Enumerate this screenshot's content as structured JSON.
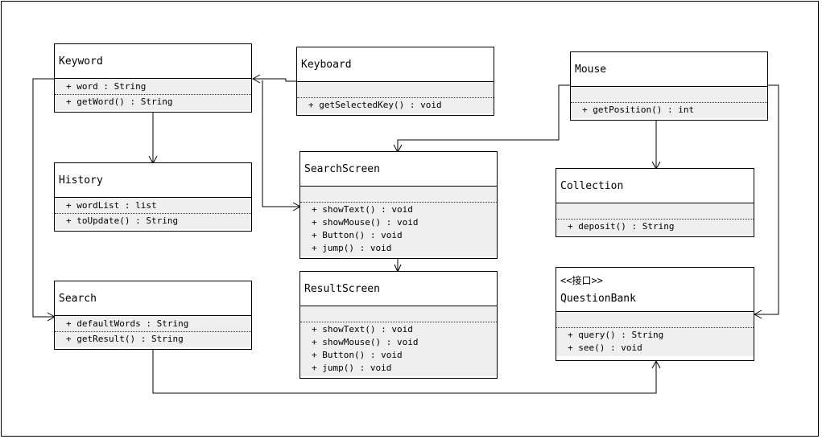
{
  "classes": {
    "keyword": {
      "name": "Keyword",
      "attributes": [
        "+ word : String"
      ],
      "operations": [
        "+ getWord() : String"
      ]
    },
    "keyboard": {
      "name": "Keyboard",
      "attributes": [],
      "operations": [
        "+ getSelectedKey() : void"
      ]
    },
    "mouse": {
      "name": "Mouse",
      "attributes": [],
      "operations": [
        "+ getPosition() : int"
      ]
    },
    "history": {
      "name": "History",
      "attributes": [
        "+ wordList : list"
      ],
      "operations": [
        "+ toUpdate() : String"
      ]
    },
    "search_screen": {
      "name": "SearchScreen",
      "attributes": [],
      "operations": [
        "+ showText() : void",
        "+ showMouse() : void",
        "+ Button() : void",
        "+ jump() : void"
      ]
    },
    "collection": {
      "name": "Collection",
      "attributes": [],
      "operations": [
        "+ deposit() : String"
      ]
    },
    "search": {
      "name": "Search",
      "attributes": [
        "+ defaultWords : String"
      ],
      "operations": [
        "+ getResult() : String"
      ]
    },
    "result_screen": {
      "name": "ResultScreen",
      "attributes": [],
      "operations": [
        "+ showText() : void",
        "+ showMouse() : void",
        "+ Button() : void",
        "+ jump() : void"
      ]
    },
    "question_bank": {
      "stereotype": "<<接口>>",
      "name": "QuestionBank",
      "attributes": [],
      "operations": [
        "+ query() : String",
        "+ see() : void"
      ]
    }
  }
}
